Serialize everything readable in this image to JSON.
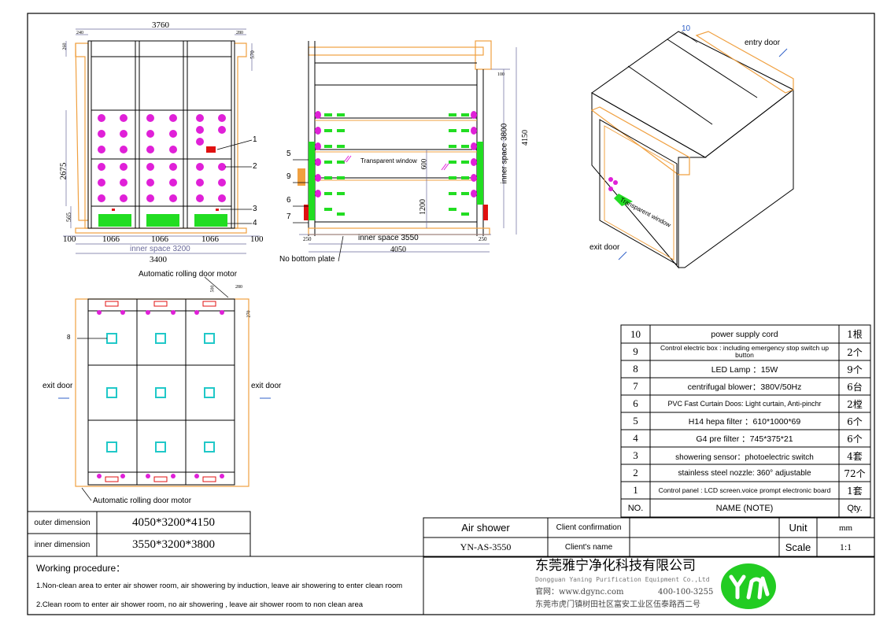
{
  "colors": {
    "orange": "#f0a040",
    "magenta": "#e020d8",
    "green": "#22dd22",
    "cyan": "#20c8c8",
    "red": "#e01010",
    "blue": "#3060c8",
    "line": "#000000",
    "dim": "#6a6a9a"
  },
  "front_view": {
    "dims_top": {
      "overall": "3760",
      "left_inset": "240",
      "right_inset": "280"
    },
    "dims_side": {
      "top": "260",
      "top_right": "570",
      "height": "2675",
      "lower": "565"
    },
    "dims_bottom": {
      "left_margin": "100",
      "right_margin": "100",
      "bay_widths": [
        "1066",
        "1066",
        "1066"
      ],
      "inner_space": "inner space 3200",
      "overall": "3400"
    },
    "callouts": [
      "1",
      "2",
      "3",
      "4"
    ]
  },
  "side_view": {
    "dims": {
      "gap_top": "100",
      "height_right": "4150",
      "inner_space_height": "inner space 3800",
      "window_height": "600",
      "lower_height": "1200",
      "left_bottom": "250",
      "right_bottom": "250",
      "inner_space_width": "inner space 3550",
      "overall_width": "4050"
    },
    "window_label": "Transparent window",
    "callouts": [
      "5",
      "9",
      "6",
      "7"
    ],
    "bottom_label": "No bottom plate"
  },
  "iso_view": {
    "callout": "10",
    "entry_label": "entry door",
    "exit_label": "exit door",
    "window_label": "Transparent window"
  },
  "plan_view": {
    "motor_top": "Automatic rolling door motor",
    "motor_bottom": "Automatic rolling door motor",
    "exit_left": "exit door",
    "exit_right": "exit door",
    "dims": {
      "d1": "500",
      "d2": "280",
      "d3": "270",
      "callout": "8"
    }
  },
  "bom": {
    "rows": [
      {
        "no": "10",
        "name": "power supply cord",
        "qty": "1根"
      },
      {
        "no": "9",
        "name": "Control electric box : including emergency stop switch up button",
        "qty": "2个"
      },
      {
        "no": "8",
        "name": "LED Lamp  ：15W",
        "qty": "9个"
      },
      {
        "no": "7",
        "name": "centrifugal blower：380V/50Hz",
        "qty": "6台"
      },
      {
        "no": "6",
        "name": "PVC Fast Curtain Doos: Light curtain, Anti-pinchr",
        "qty": "2樘"
      },
      {
        "no": "5",
        "name": "H14 hepa filter ：610*1000*69",
        "qty": "6个"
      },
      {
        "no": "4",
        "name": "G4 pre filter ：745*375*21",
        "qty": "6个"
      },
      {
        "no": "3",
        "name": "showering sensor：photoelectric switch",
        "qty": "4套"
      },
      {
        "no": "2",
        "name": "stainless steel nozzle: 360°  adjustable",
        "qty": "72个"
      },
      {
        "no": "1",
        "name": "Control panel : LCD screen.voice prompt electronic board",
        "qty": "1套"
      }
    ],
    "header": {
      "no": "NO.",
      "name": "NAME (NOTE)",
      "qty": "Qty."
    }
  },
  "dimensions": {
    "outer_label": "outer dimension",
    "outer_value": "4050*3200*4150",
    "inner_label": "inner dimension",
    "inner_value": "3550*3200*3800"
  },
  "title_block": {
    "product": "Air shower",
    "model": "YN-AS-3550",
    "client_confirmation": "Client confirmation",
    "client_name": "Client's name",
    "unit_label": "Unit",
    "unit_value": "mm",
    "scale_label": "Scale",
    "scale_value": "1:1",
    "company_cn": "东莞雅宁净化科技有限公司",
    "company_en": "Dongguan Yaning Purification Equipment Co.,Ltd",
    "website": "官网：www.dgync.com",
    "phone": "400-100-3255",
    "address": "东莞市虎门镇树田社区富安工业区伍泰路西二号"
  },
  "procedure": {
    "title": "Working procedure：",
    "steps": [
      "1.Non-clean area to enter air shower room, air showering by induction, leave air showering to enter clean room",
      "2.Clean room to enter air shower room, no air showering , leave air shower room to non clean area"
    ]
  }
}
